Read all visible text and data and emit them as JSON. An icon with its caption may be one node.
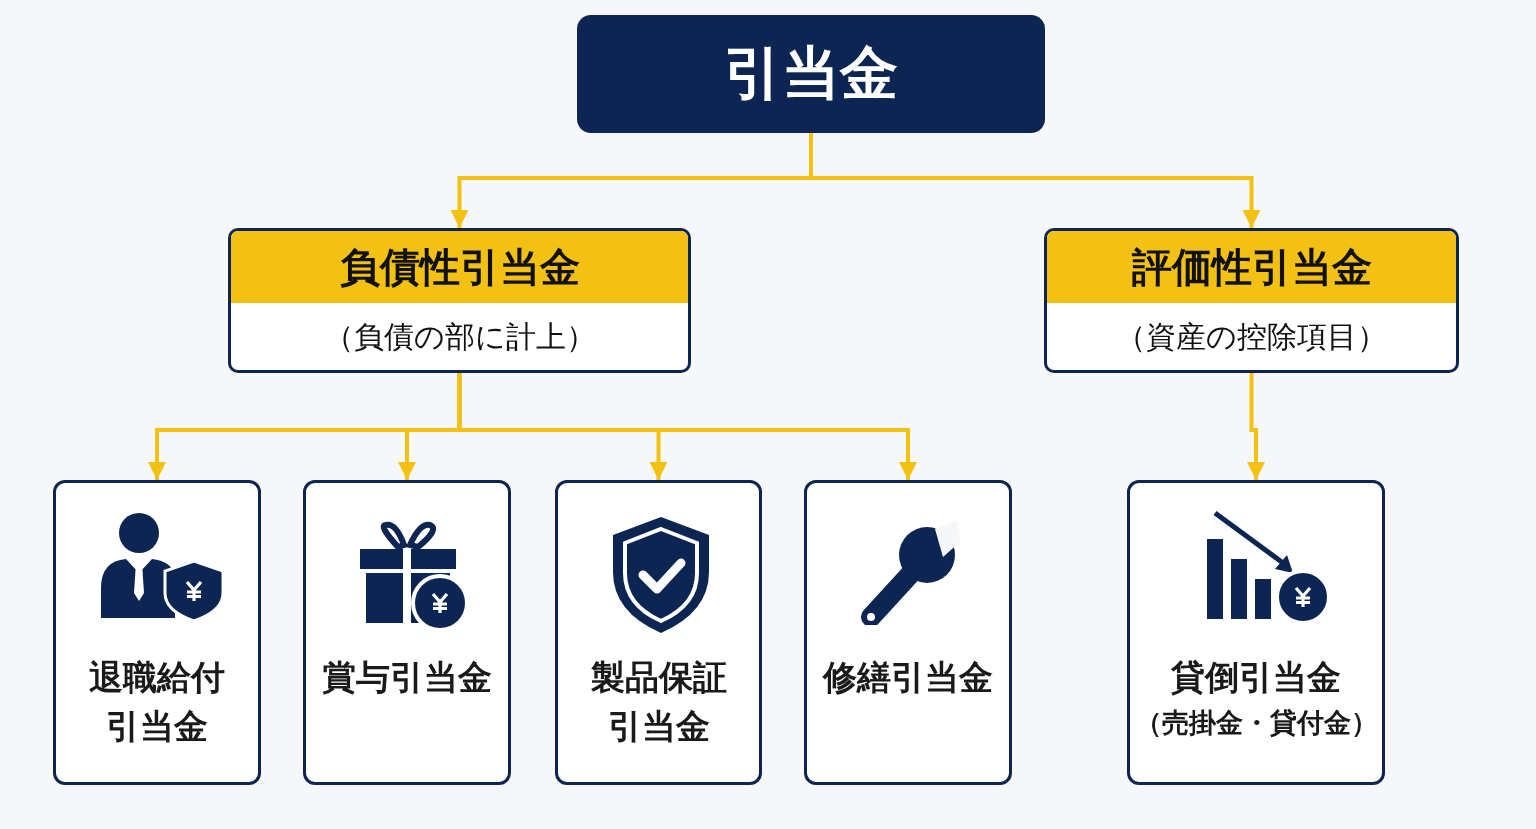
{
  "diagram": {
    "nodes": [
      {
        "text": [
          "引当金"
        ]
      },
      {
        "text": [
          "負債性引当金",
          "（負債の部に計上）"
        ]
      },
      {
        "text": [
          "評価性引当金",
          "（資産の控除項目）"
        ]
      },
      {
        "text": [
          "退職給付引当金"
        ]
      },
      {
        "text": [
          "賞与引当金"
        ]
      },
      {
        "text": [
          "製品保証引当金"
        ]
      },
      {
        "text": [
          "修繕引当金"
        ]
      },
      {
        "text": [
          "貸倒引当金",
          "（売掛金・貸付金）"
        ]
      }
    ],
    "edges": [
      {
        "from": 0,
        "to": 1,
        "arrow": "to"
      },
      {
        "from": 0,
        "to": 2,
        "arrow": "to"
      },
      {
        "from": 1,
        "to": 3,
        "arrow": "to"
      },
      {
        "from": 1,
        "to": 4,
        "arrow": "to"
      },
      {
        "from": 1,
        "to": 5,
        "arrow": "to"
      },
      {
        "from": 1,
        "to": 6,
        "arrow": "to"
      },
      {
        "from": 2,
        "to": 7,
        "arrow": "to"
      }
    ]
  }
}
